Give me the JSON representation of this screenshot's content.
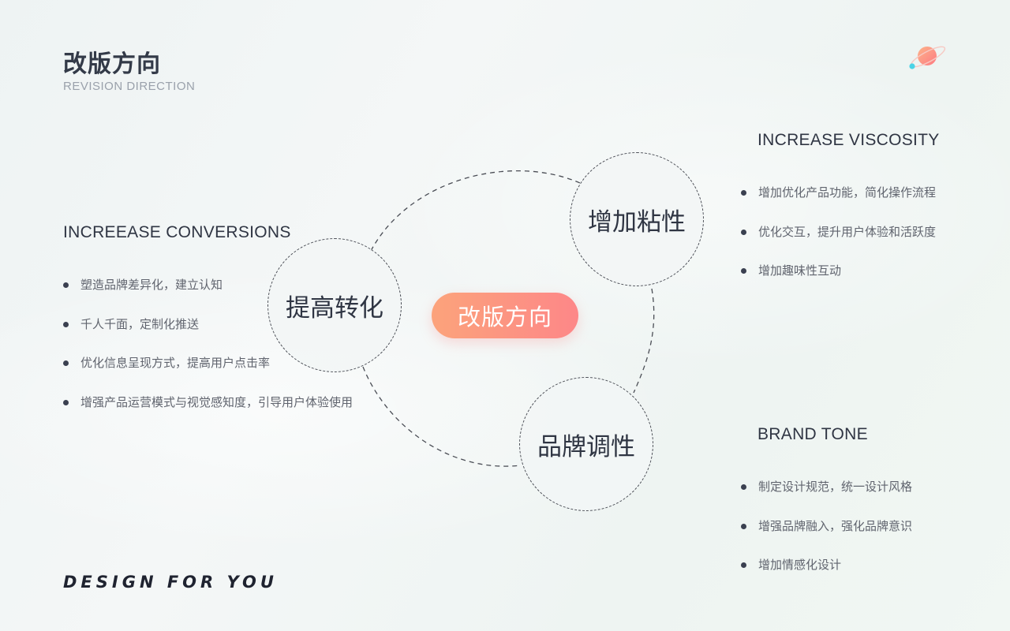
{
  "header": {
    "title": "改版方向",
    "subtitle": "REVISION DIRECTION"
  },
  "diagram": {
    "center": "改版方向",
    "nodes": [
      {
        "id": "conversion",
        "label": "提高转化"
      },
      {
        "id": "viscosity",
        "label": "增加粘性"
      },
      {
        "id": "brand",
        "label": "品牌调性"
      }
    ]
  },
  "sections": {
    "conversions": {
      "heading": "INCREEASE CONVERSIONS",
      "items": [
        "塑造品牌差异化，建立认知",
        "千人千面，定制化推送",
        "优化信息呈现方式，提高用户点击率",
        "增强产品运营模式与视觉感知度，引导用户体验使用"
      ]
    },
    "viscosity": {
      "heading": "INCREASE VISCOSITY",
      "items": [
        "增加优化产品功能，简化操作流程",
        "优化交互，提升用户体验和活跃度",
        "增加趣味性互动"
      ]
    },
    "brand_tone": {
      "heading": "BRAND TONE",
      "items": [
        "制定设计规范，统一设计风格",
        "增强品牌融入，强化品牌意识",
        "增加情感化设计"
      ]
    }
  },
  "footer": {
    "slogan": "DESIGN FOR YOU"
  },
  "colors": {
    "accent_start": "#fca37b",
    "accent_end": "#fd8788",
    "text_dark": "#2f3543",
    "text_muted": "#60646e"
  },
  "icons": {
    "logo": "planet-icon"
  }
}
